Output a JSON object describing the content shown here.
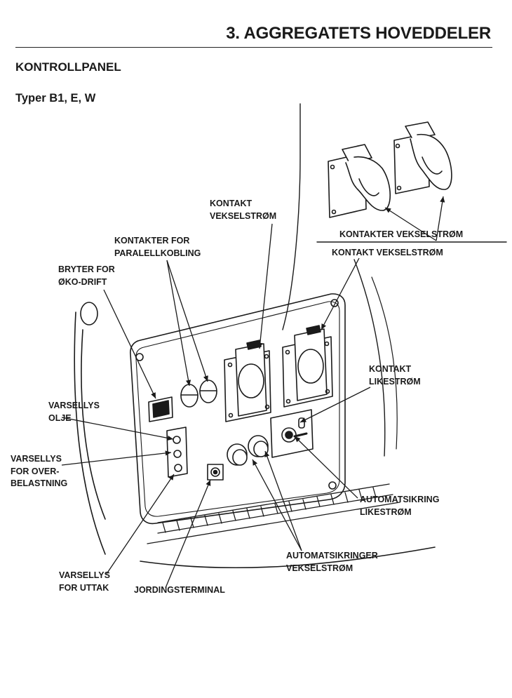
{
  "header": {
    "title": "3. AGGREGATETS HOVEDDELER"
  },
  "section": {
    "heading": "KONTROLLPANEL",
    "subheading": "Typer B1, E, W"
  },
  "labels": {
    "kontakt_vekselstrom_top": [
      "KONTAKT",
      "VEKSELSTRØM"
    ],
    "kontakter_for_paralellkobling": [
      "KONTAKTER FOR",
      "PARALELLKOBLING"
    ],
    "bryter_for_oko_drift": [
      "BRYTER FOR",
      "ØKO-DRIFT"
    ],
    "kontakter_vekselstrom": [
      "KONTAKTER VEKSELSTRØM"
    ],
    "kontakt_vekselstrom_right": [
      "KONTAKT VEKSELSTRØM"
    ],
    "kontakt_likestrom": [
      "KONTAKT",
      "LIKESTRØM"
    ],
    "varsellys_olje": [
      "VARSELLYS",
      "OLJE"
    ],
    "varsellys_overbelastning": [
      "VARSELLYS",
      "FOR OVER-",
      "BELASTNING"
    ],
    "automatsikring_likestrom": [
      "AUTOMATSIKRING",
      "LIKESTRØM"
    ],
    "automatsikringer_vekselstrom": [
      "AUTOMATSIKRINGER",
      "VEKSELSTRØM"
    ],
    "varsellys_for_uttak": [
      "VARSELLYS",
      "FOR UTTAK"
    ],
    "jordingsterminal": [
      "JORDINGSTERMINAL"
    ]
  }
}
